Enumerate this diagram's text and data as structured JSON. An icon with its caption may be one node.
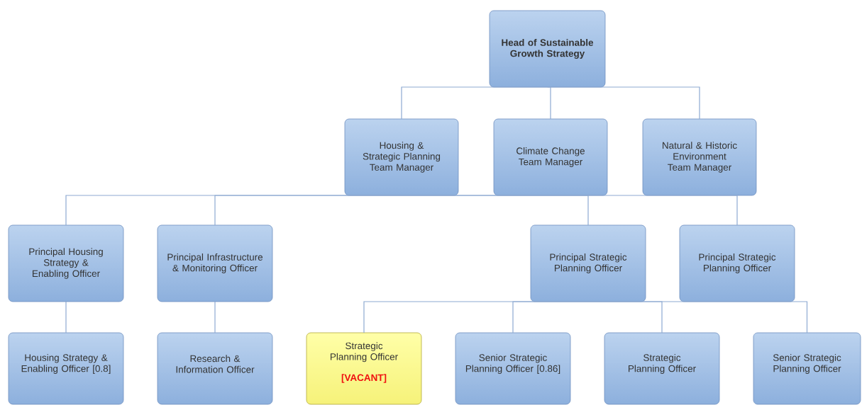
{
  "diagram": {
    "nodes": [
      {
        "text": [
          "Head of Sustainable Growth Strategy"
        ]
      },
      {
        "text": [
          "Housing & Strategic Planning Team Manager"
        ]
      },
      {
        "text": [
          "Climate Change Team Manager"
        ]
      },
      {
        "text": [
          "Natural & Historic Environment Team Manager"
        ]
      },
      {
        "text": [
          "Principal Housing Strategy & Enabling Officer"
        ]
      },
      {
        "text": [
          "Principal Infrastructure & Monitoring Officer"
        ]
      },
      {
        "text": [
          "Principal Strategic Planning Officer"
        ]
      },
      {
        "text": [
          "Principal Strategic Planning Officer"
        ]
      },
      {
        "text": [
          "Housing Strategy & Enabling Officer [0.8]"
        ]
      },
      {
        "text": [
          "Research & Information Officer"
        ]
      },
      {
        "text": [
          "Strategic Planning Officer",
          "[VACANT]"
        ]
      },
      {
        "text": [
          "Senior Strategic Planning Officer [0.86]"
        ]
      },
      {
        "text": [
          "Strategic Planning Officer"
        ]
      },
      {
        "text": [
          "Senior Strategic Planning Officer"
        ]
      }
    ],
    "edges": [
      {
        "from": 0,
        "to": 1,
        "arrow": "none"
      },
      {
        "from": 0,
        "to": 2,
        "arrow": "none"
      },
      {
        "from": 0,
        "to": 3,
        "arrow": "none"
      },
      {
        "from": 1,
        "to": 4,
        "arrow": "none"
      },
      {
        "from": 1,
        "to": 5,
        "arrow": "none"
      },
      {
        "from": 1,
        "to": 6,
        "arrow": "none"
      },
      {
        "from": 1,
        "to": 7,
        "arrow": "none"
      },
      {
        "from": 4,
        "to": 8,
        "arrow": "none"
      },
      {
        "from": 5,
        "to": 9,
        "arrow": "none"
      },
      {
        "from": 6,
        "to": 10,
        "arrow": "none"
      },
      {
        "from": 6,
        "to": 11,
        "arrow": "none"
      },
      {
        "from": 6,
        "to": 12,
        "arrow": "none"
      },
      {
        "from": 6,
        "to": 13,
        "arrow": "none"
      }
    ]
  }
}
